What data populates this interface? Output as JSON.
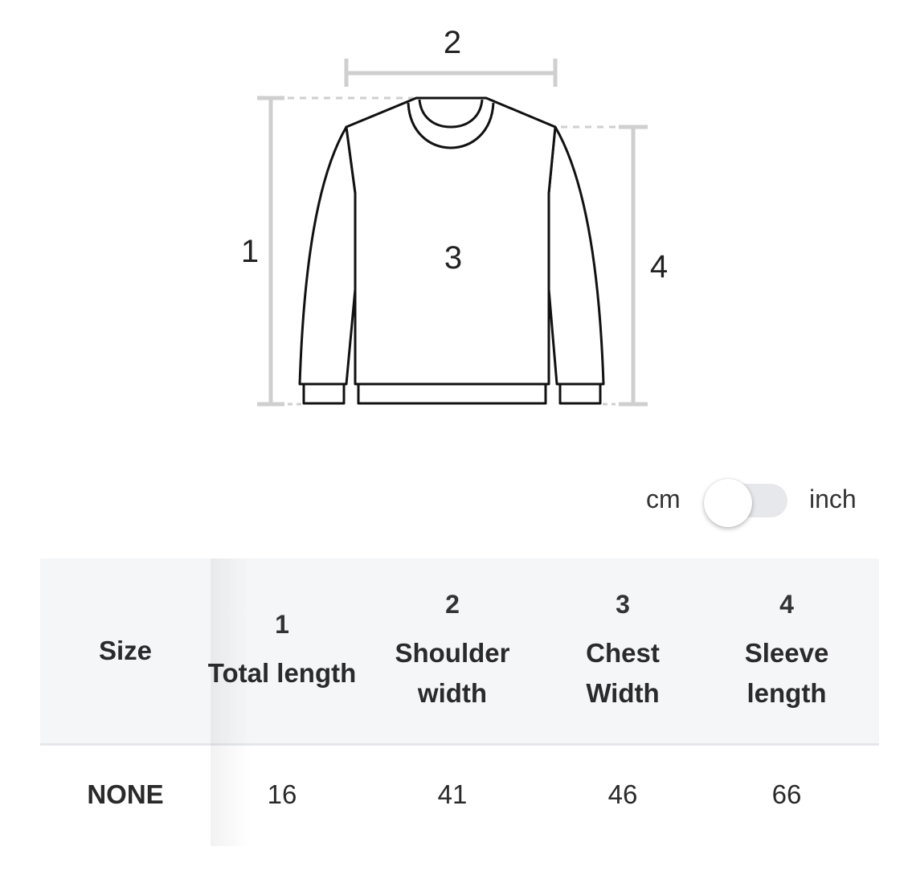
{
  "diagram": {
    "labels": [
      "1",
      "2",
      "3",
      "4"
    ]
  },
  "unit_toggle": {
    "left_label": "cm",
    "right_label": "inch",
    "selected": "cm"
  },
  "table": {
    "columns": [
      {
        "number": "",
        "label": "Size"
      },
      {
        "number": "1",
        "label": "Total length"
      },
      {
        "number": "2",
        "label": "Shoulder width"
      },
      {
        "number": "3",
        "label": "Chest Width"
      },
      {
        "number": "4",
        "label": "Sleeve length"
      }
    ],
    "rows": [
      {
        "size": "NONE",
        "values": [
          "16",
          "41",
          "46",
          "66"
        ]
      }
    ]
  }
}
